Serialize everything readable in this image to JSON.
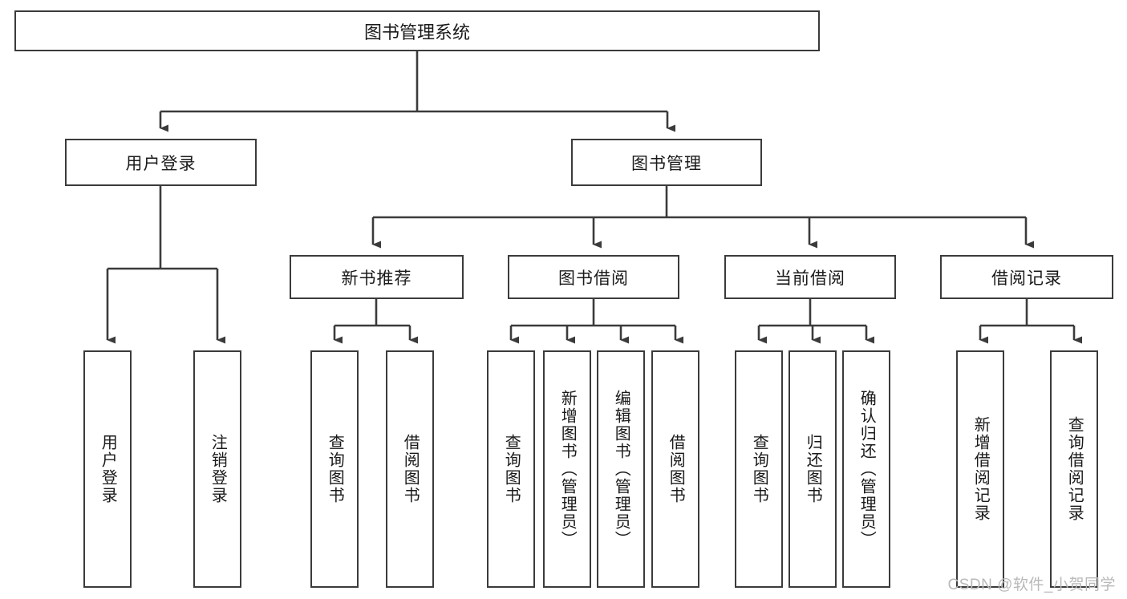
{
  "diagram": {
    "type": "tree",
    "root": {
      "id": "root",
      "label": "图书管理系统"
    },
    "level1": [
      {
        "id": "user-login",
        "label": "用户登录"
      },
      {
        "id": "book-manage",
        "label": "图书管理"
      }
    ],
    "level2": [
      {
        "id": "new-book-recommend",
        "label": "新书推荐",
        "parent": "book-manage"
      },
      {
        "id": "book-borrow",
        "label": "图书借阅",
        "parent": "book-manage"
      },
      {
        "id": "current-borrow",
        "label": "当前借阅",
        "parent": "book-manage"
      },
      {
        "id": "borrow-record",
        "label": "借阅记录",
        "parent": "book-manage"
      }
    ],
    "leaves": [
      {
        "id": "leaf-user-login",
        "label": "用户登录",
        "parent": "user-login"
      },
      {
        "id": "leaf-logout",
        "label": "注销登录",
        "parent": "user-login"
      },
      {
        "id": "leaf-query-book-1",
        "label": "查询图书",
        "parent": "new-book-recommend"
      },
      {
        "id": "leaf-borrow-book-1",
        "label": "借阅图书",
        "parent": "new-book-recommend"
      },
      {
        "id": "leaf-query-book-2",
        "label": "查询图书",
        "parent": "book-borrow"
      },
      {
        "id": "leaf-add-book",
        "label": "新增图书（管理员）",
        "parent": "book-borrow"
      },
      {
        "id": "leaf-edit-book",
        "label": "编辑图书（管理员）",
        "parent": "book-borrow"
      },
      {
        "id": "leaf-borrow-book-2",
        "label": "借阅图书",
        "parent": "book-borrow"
      },
      {
        "id": "leaf-query-book-3",
        "label": "查询图书",
        "parent": "current-borrow"
      },
      {
        "id": "leaf-return-book",
        "label": "归还图书",
        "parent": "current-borrow"
      },
      {
        "id": "leaf-confirm-return",
        "label": "确认归还（管理员）",
        "parent": "current-borrow"
      },
      {
        "id": "leaf-add-record",
        "label": "新增借阅记录",
        "parent": "borrow-record"
      },
      {
        "id": "leaf-query-record",
        "label": "查询借阅记录",
        "parent": "borrow-record"
      }
    ]
  },
  "watermark": {
    "text": "CSDN @软件_小贺同学"
  },
  "colors": {
    "stroke": "#3b3b3b",
    "text": "#1a1a1a",
    "background": "#ffffff",
    "watermark": "#b9b9b9"
  }
}
